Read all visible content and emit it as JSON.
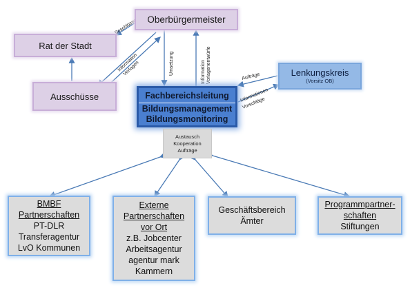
{
  "nodes": {
    "ob": "Oberbürgermeister",
    "rat": "Rat der Stadt",
    "aus": "Ausschüsse",
    "lenk": {
      "title": "Lenkungskreis",
      "sub": "(Vorsitz OB)"
    },
    "fb": {
      "l1": "Fachbereichsleitung",
      "l2": "Bildungsmanagement",
      "l3": "Bildungsmonitoring"
    },
    "center": {
      "l1": "Austausch",
      "l2": "Kooperation",
      "l3": "Aufträge"
    },
    "bmbf": {
      "l1": "BMBF",
      "l2": "Partnerschaften",
      "l3": "PT-DLR",
      "l4": "Transferagentur",
      "l5": "LvO Kommunen"
    },
    "ext": {
      "l1": "Externe",
      "l2": "Partnerschaften",
      "l3": "vor Ort",
      "l4": "z.B. Jobcenter",
      "l5": "Arbeitsagentur",
      "l6": "agentur mark",
      "l7": "Kammern"
    },
    "gesch": {
      "l1": "Geschäftsbereich",
      "l2": "Ämter"
    },
    "prog": {
      "l1": "Programmpartner-",
      "l2": "schaften",
      "l3": "Stiftungen"
    }
  },
  "edge_labels": {
    "beschluesse": "Beschlüsse",
    "info_vorlagen_1": "Information",
    "info_vorlagen_2": "Vorlagen",
    "umsetzung": "Umsetzung",
    "info_vorlagenentwuerfe_1": "Information",
    "info_vorlagenentwuerfe_2": "Vorlagenentwürfe",
    "auftraege": "Aufträge",
    "info_vorschlaege_1": "Informationen",
    "info_vorschlaege_2": "Vorschläge"
  },
  "colors": {
    "arrow": "#4a7ab5",
    "fb_fill": "#4a7fd0",
    "lenk_fill": "#94b9e6"
  }
}
